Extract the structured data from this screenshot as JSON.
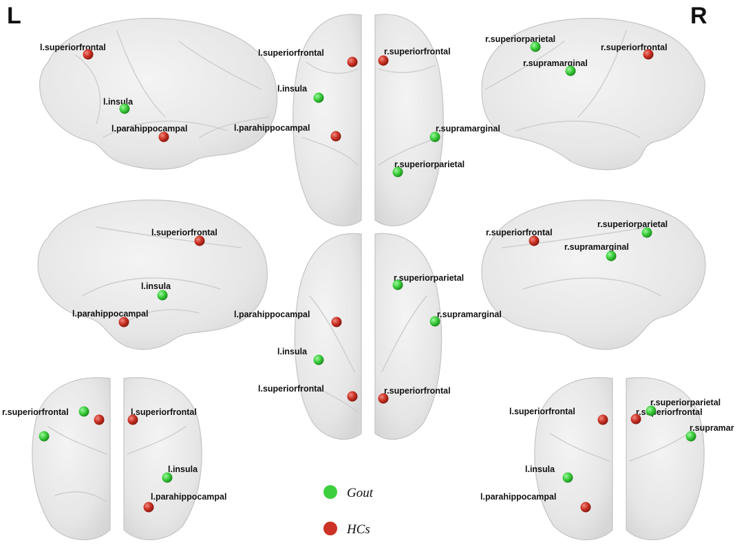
{
  "side_labels": {
    "left": "L",
    "right": "R"
  },
  "colors": {
    "gout": "#3ecf3e",
    "hcs": "#cc3326"
  },
  "legend": [
    {
      "key": "gout",
      "label": "Gout",
      "color": "#3ecf3e"
    },
    {
      "key": "hcs",
      "label": "HCs",
      "color": "#cc3326"
    }
  ],
  "text": {
    "l_superiorfrontal": "l.superiorfrontal",
    "l_insula": "l.insula",
    "l_parahippocampal": "l.parahippocampal",
    "r_superiorfrontal": "r.superiorfrontal",
    "r_superiorparietal": "r.superiorparietal",
    "r_supramarginal": "r.supramarginal",
    "r_supramarginal_cut": "r.supramar"
  },
  "nodes": [
    {
      "view": "left-lateral",
      "region": "l.superiorfrontal",
      "group": "hcs"
    },
    {
      "view": "left-lateral",
      "region": "l.insula",
      "group": "gout"
    },
    {
      "view": "left-lateral",
      "region": "l.parahippocampal",
      "group": "hcs"
    },
    {
      "view": "dorsal",
      "region": "l.superiorfrontal",
      "group": "hcs"
    },
    {
      "view": "dorsal",
      "region": "r.superiorfrontal",
      "group": "hcs"
    },
    {
      "view": "dorsal",
      "region": "l.insula",
      "group": "gout"
    },
    {
      "view": "dorsal",
      "region": "l.parahippocampal",
      "group": "hcs"
    },
    {
      "view": "dorsal",
      "region": "r.supramarginal",
      "group": "gout"
    },
    {
      "view": "dorsal",
      "region": "r.superiorparietal",
      "group": "gout"
    },
    {
      "view": "right-lateral",
      "region": "r.superiorparietal",
      "group": "gout"
    },
    {
      "view": "right-lateral",
      "region": "r.superiorfrontal",
      "group": "hcs"
    },
    {
      "view": "right-lateral",
      "region": "r.supramarginal",
      "group": "gout"
    },
    {
      "view": "right-medial",
      "region": "l.superiorfrontal",
      "group": "hcs"
    },
    {
      "view": "right-medial",
      "region": "l.insula",
      "group": "gout"
    },
    {
      "view": "right-medial",
      "region": "l.parahippocampal",
      "group": "hcs"
    },
    {
      "view": "ventral",
      "region": "r.superiorparietal",
      "group": "gout"
    },
    {
      "view": "ventral",
      "region": "r.supramarginal",
      "group": "gout"
    },
    {
      "view": "ventral",
      "region": "l.parahippocampal",
      "group": "hcs"
    },
    {
      "view": "ventral",
      "region": "l.insula",
      "group": "gout"
    },
    {
      "view": "ventral",
      "region": "l.superiorfrontal",
      "group": "hcs"
    },
    {
      "view": "ventral",
      "region": "r.superiorfrontal",
      "group": "hcs"
    },
    {
      "view": "left-medial",
      "region": "r.superiorfrontal",
      "group": "hcs"
    },
    {
      "view": "left-medial",
      "region": "r.superiorparietal",
      "group": "gout"
    },
    {
      "view": "left-medial",
      "region": "r.supramarginal",
      "group": "gout"
    },
    {
      "view": "anterior",
      "region": "r.superiorfrontal",
      "group": "gout"
    },
    {
      "view": "anterior",
      "region": "r.superiorfrontal",
      "group": "hcs"
    },
    {
      "view": "anterior",
      "region": "l.superiorfrontal",
      "group": "hcs"
    },
    {
      "view": "anterior",
      "region": "l.insula",
      "group": "gout"
    },
    {
      "view": "anterior",
      "region": "l.parahippocampal",
      "group": "hcs"
    },
    {
      "view": "posterior",
      "region": "l.superiorfrontal",
      "group": "hcs"
    },
    {
      "view": "posterior",
      "region": "r.superiorparietal",
      "group": "gout"
    },
    {
      "view": "posterior",
      "region": "r.superiorfrontal",
      "group": "hcs"
    },
    {
      "view": "posterior",
      "region": "r.supramarginal",
      "group": "gout"
    },
    {
      "view": "posterior",
      "region": "l.insula",
      "group": "gout"
    },
    {
      "view": "posterior",
      "region": "l.parahippocampal",
      "group": "hcs"
    }
  ]
}
